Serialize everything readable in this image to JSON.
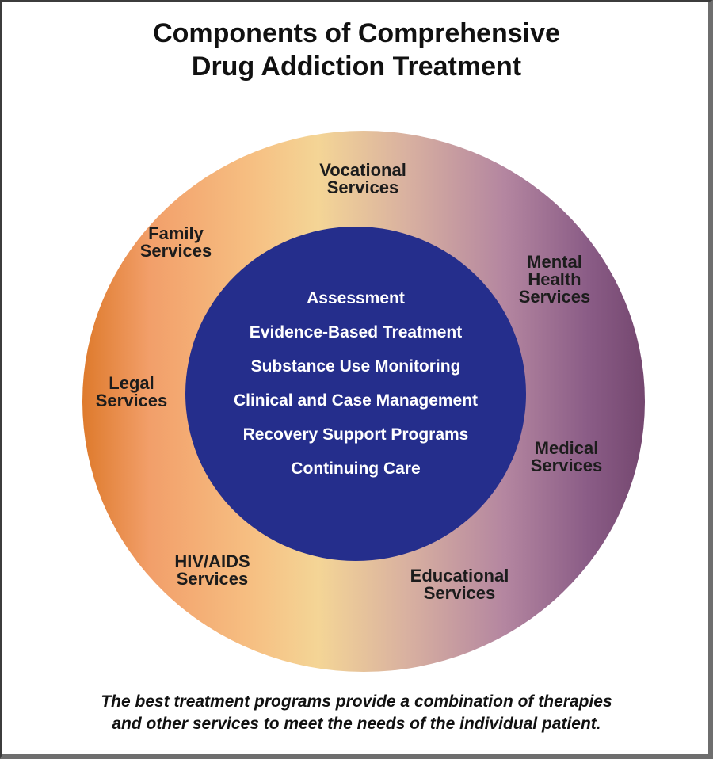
{
  "title": {
    "line1": "Components of Comprehensive",
    "line2": "Drug Addiction Treatment"
  },
  "core_items": [
    "Assessment",
    "Evidence-Based Treatment",
    "Substance Use Monitoring",
    "Clinical and Case Management",
    "Recovery Support Programs",
    "Continuing Care"
  ],
  "outer_services": {
    "vocational": [
      "Vocational",
      "Services"
    ],
    "family": [
      "Family",
      "Services"
    ],
    "mental_health": [
      "Mental",
      "Health",
      "Services"
    ],
    "legal": [
      "Legal",
      "Services"
    ],
    "medical": [
      "Medical",
      "Services"
    ],
    "hiv_aids": [
      "HIV/AIDS",
      "Services"
    ],
    "educational": [
      "Educational",
      "Services"
    ]
  },
  "caption": {
    "line1": "The best treatment programs provide a combination of therapies",
    "line2": "and other services to meet the needs of the individual patient."
  },
  "colors": {
    "core": "#252e8c",
    "ring_left": "#de7a2c",
    "ring_middle": "#f4d596",
    "ring_right": "#74476f"
  }
}
